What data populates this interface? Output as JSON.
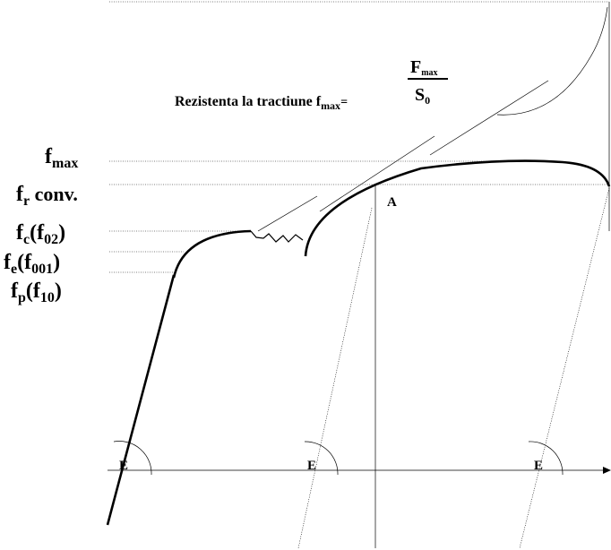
{
  "formula": {
    "prefix": "Rezistenta la tractiune f",
    "sub": "max",
    "eq": "=",
    "numerator_main": "F",
    "numerator_sub": "max",
    "denominator_main": "S",
    "denominator_sub": "0"
  },
  "levels": [
    {
      "main": "f",
      "sub": "max",
      "tail": ""
    },
    {
      "main": "f",
      "sub": "r",
      "tail": " conv."
    },
    {
      "main": "f",
      "sub": "c",
      "paren_main": "(f",
      "paren_sub": "02",
      "paren_end": ")"
    },
    {
      "main": "f",
      "sub": "e",
      "paren_main": "(f",
      "paren_sub": "001",
      "paren_end": ")"
    },
    {
      "main": "f",
      "sub": "p",
      "paren_main": "(f",
      "paren_sub": "10",
      "paren_end": ")"
    }
  ],
  "point_label": "A",
  "angle_labels": [
    "E",
    "E",
    "E"
  ]
}
